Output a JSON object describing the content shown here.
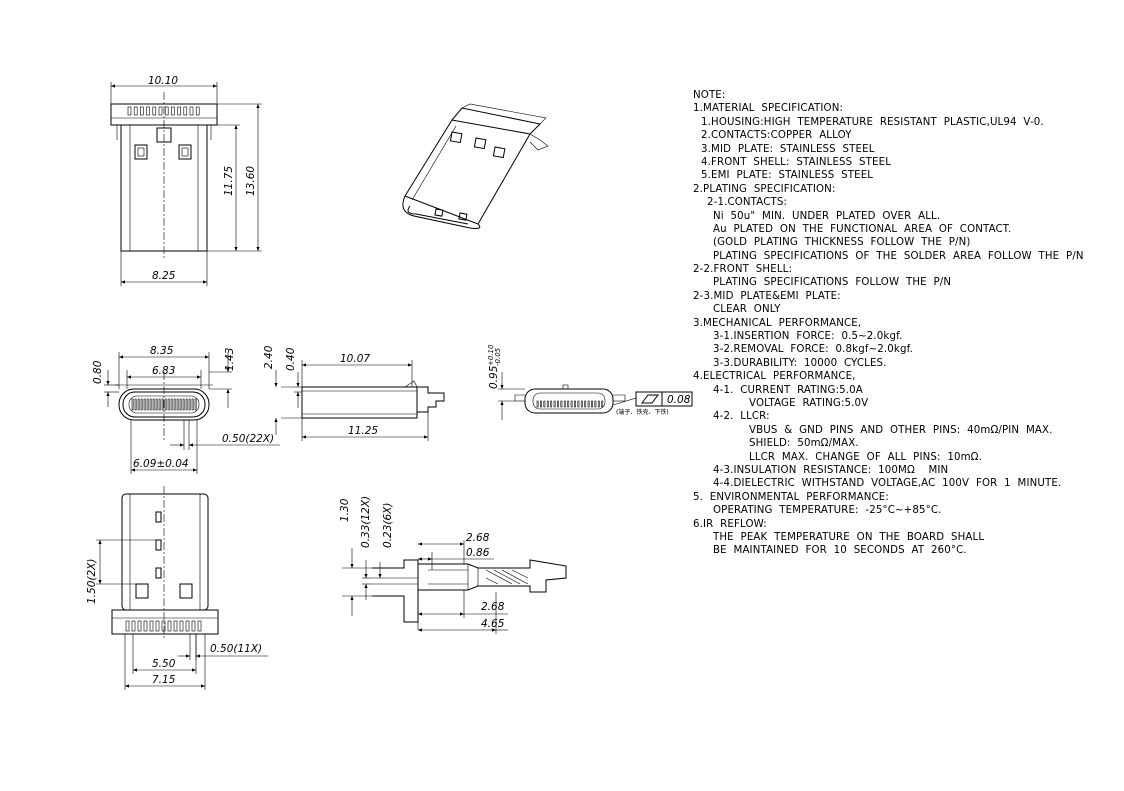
{
  "dims": {
    "top_width": "10.10",
    "top_bottom_width": "8.25",
    "top_height_inner": "11.75",
    "top_height_total": "13.60",
    "front_width": "8.35",
    "front_inner": "6.83",
    "front_h_left": "0.80",
    "front_h_right": "1.43",
    "pitch_22": "0.50(22X)",
    "front_bottom": "6.09±0.04",
    "side_len": "10.07",
    "side_h1": "2.40",
    "side_h2": "0.40",
    "side_total": "11.25",
    "end_h": "0.95",
    "end_tol_plus": "+0.10",
    "end_tol_minus": "-0.05",
    "flatness": "0.08",
    "flatness_note": "(端子、铁壳、下铁)",
    "bottom_pitch": "1.50(2X)",
    "bottom_w1": "5.50",
    "bottom_w2": "7.15",
    "pitch_11": "0.50(11X)",
    "detail_v1": "1.30",
    "detail_v2": "0.33(12X)",
    "detail_v3": "0.23(6X)",
    "detail_h1": "2.68",
    "detail_h2": "0.86",
    "detail_h3": "2.68",
    "detail_h4": "4.65"
  },
  "notes": [
    {
      "text": "NOTE:",
      "indent": 0
    },
    {
      "text": "1.MATERIAL  SPECIFICATION:",
      "indent": 0
    },
    {
      "text": "1.HOUSING:HIGH  TEMPERATURE  RESISTANT  PLASTIC,UL94  V-0.",
      "indent": 1
    },
    {
      "text": "2.CONTACTS:COPPER  ALLOY",
      "indent": 1
    },
    {
      "text": "3.MID  PLATE:  STAINLESS  STEEL",
      "indent": 1
    },
    {
      "text": "4.FRONT  SHELL:  STAINLESS  STEEL",
      "indent": 1
    },
    {
      "text": "5.EMI  PLATE:  STAINLESS  STEEL",
      "indent": 1
    },
    {
      "text": "2.PLATING  SPECIFICATION:",
      "indent": 0
    },
    {
      "text": "2-1.CONTACTS:",
      "indent": 2
    },
    {
      "text": "Ni  50u\"  MIN.  UNDER  PLATED  OVER  ALL.",
      "indent": 3
    },
    {
      "text": "Au  PLATED  ON  THE  FUNCTIONAL  AREA  OF  CONTACT.",
      "indent": 3
    },
    {
      "text": "(GOLD  PLATING  THICKNESS  FOLLOW  THE  P/N)",
      "indent": 3
    },
    {
      "text": "PLATING  SPECIFICATIONS  OF  THE  SOLDER  AREA  FOLLOW  THE  P/N",
      "indent": 3
    },
    {
      "text": "2-2.FRONT  SHELL:",
      "indent": 0
    },
    {
      "text": "PLATING  SPECIFICATIONS  FOLLOW  THE  P/N",
      "indent": 3
    },
    {
      "text": "2-3.MID  PLATE&EMI  PLATE:",
      "indent": 0
    },
    {
      "text": "CLEAR  ONLY",
      "indent": 3
    },
    {
      "text": "3.MECHANICAL  PERFORMANCE,",
      "indent": 0
    },
    {
      "text": "3-1.INSERTION  FORCE:  0.5~2.0kgf.",
      "indent": 3
    },
    {
      "text": "3-2.REMOVAL  FORCE:  0.8kgf~2.0kgf.",
      "indent": 3
    },
    {
      "text": "3-3.DURABILITY:  10000  CYCLES.",
      "indent": 3
    },
    {
      "text": "4.ELECTRICAL  PERFORMANCE,",
      "indent": 0
    },
    {
      "text": "4-1.  CURRENT  RATING:5.0A",
      "indent": 3
    },
    {
      "text": "VOLTAGE  RATING:5.0V",
      "indent": 4
    },
    {
      "text": "4-2.  LLCR:",
      "indent": 3
    },
    {
      "text": "VBUS  &  GND  PINS  AND  OTHER  PINS:  40mΩ/PIN  MAX.",
      "indent": 4
    },
    {
      "text": "SHIELD:  50mΩ/MAX.",
      "indent": 4
    },
    {
      "text": "LLCR  MAX.  CHANGE  OF  ALL  PINS:  10mΩ.",
      "indent": 4
    },
    {
      "text": "4-3.INSULATION  RESISTANCE:  100MΩ    MIN",
      "indent": 3
    },
    {
      "text": "4-4.DIELECTRIC  WITHSTAND  VOLTAGE,AC  100V  FOR  1  MINUTE.",
      "indent": 3
    },
    {
      "text": "5.  ENVIRONMENTAL  PERFORMANCE:",
      "indent": 0
    },
    {
      "text": "OPERATING  TEMPERATURE:  -25°C~+85°C.",
      "indent": 3
    },
    {
      "text": "6.IR  REFLOW:",
      "indent": 0
    },
    {
      "text": "THE  PEAK  TEMPERATURE  ON  THE  BOARD  SHALL",
      "indent": 3
    },
    {
      "text": "BE  MAINTAINED  FOR  10  SECONDS  AT  260°C.",
      "indent": 3
    }
  ]
}
